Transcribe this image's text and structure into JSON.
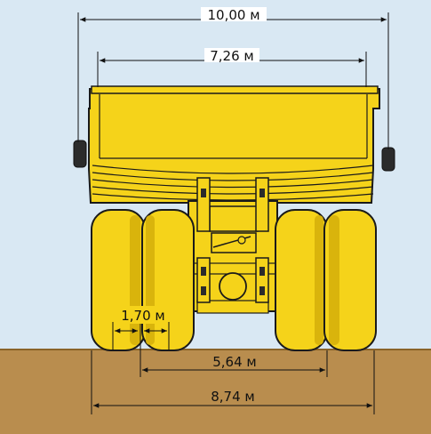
{
  "dimensions": {
    "overall_width": "10,00 м",
    "body_width": "7,26 м",
    "tire_width": "1,70 м",
    "inner_track": "5,64 м",
    "outer_track": "8,74 м"
  },
  "colors": {
    "sky": "#d9e8f3",
    "ground": "#b98d4e",
    "ground_dark": "#a77b3c",
    "truck_yellow": "#f5d31a",
    "truck_shadow": "#d9b40c",
    "outline": "#1a1a1a",
    "dark_parts": "#2b2b2b"
  }
}
